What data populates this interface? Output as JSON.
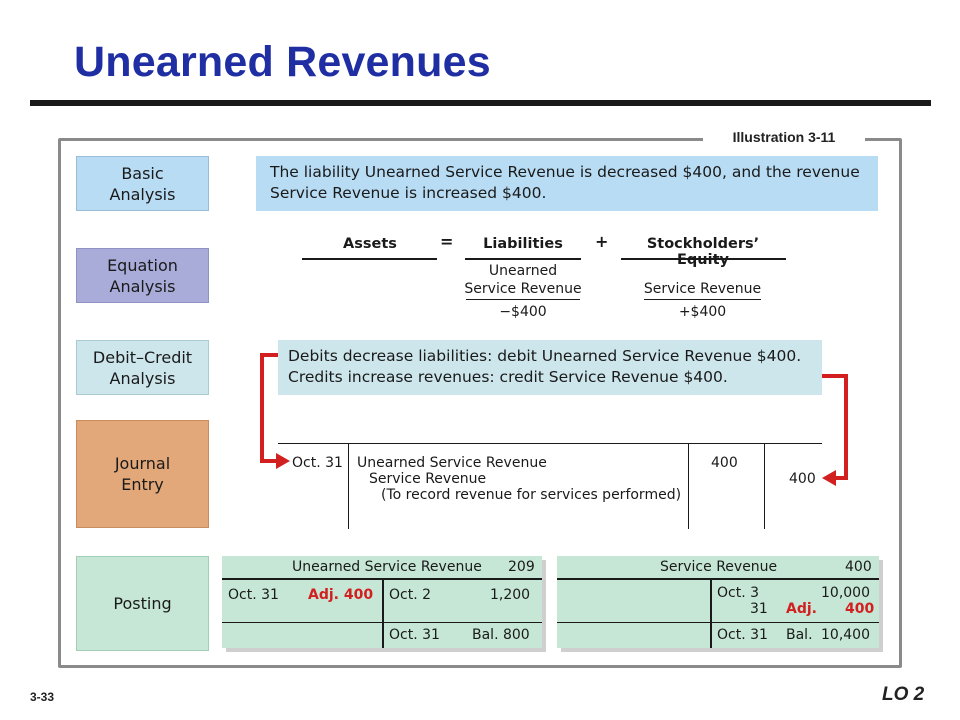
{
  "slide": {
    "title": "Unearned Revenues",
    "illustration_label": "Illustration 3-11",
    "page_number": "3-33",
    "learning_objective": "LO 2",
    "accent_color": "#d21f1f",
    "title_color": "#1f2ea3"
  },
  "rows": {
    "basic": {
      "tag": "Basic\nAnalysis",
      "lines": [
        "The liability Unearned Service Revenue is decreased $400, and the revenue",
        "Service Revenue is increased $400."
      ]
    },
    "equation": {
      "tag": "Equation\nAnalysis",
      "assets": "Assets",
      "equals": "=",
      "liabilities": "Liabilities",
      "plus": "+",
      "equity": "Stockholders’ Equity",
      "liability_account_line1": "Unearned",
      "liability_account_line2": "Service Revenue",
      "liability_change": "−$400",
      "equity_account": "Service Revenue",
      "equity_change": "+$400"
    },
    "debit_credit": {
      "tag": "Debit–Credit\nAnalysis",
      "lines": [
        "Debits decrease liabilities: debit Unearned Service Revenue $400.",
        "Credits increase revenues: credit Service Revenue $400."
      ]
    },
    "journal": {
      "tag": "Journal\nEntry",
      "date": "Oct. 31",
      "debit_account": "Unearned Service Revenue",
      "credit_account": "Service Revenue",
      "explanation": "(To record revenue for services performed)",
      "debit_amount": "400",
      "credit_amount": "400"
    },
    "posting": {
      "tag": "Posting",
      "unearned": {
        "name": "Unearned Service Revenue",
        "number": "209",
        "debit_date": "Oct. 31",
        "debit_adj": "Adj. 400",
        "credit_date": "Oct.  2",
        "credit_amount": "1,200",
        "bal_date": "Oct. 31",
        "bal": "Bal.  800"
      },
      "service": {
        "name": "Service Revenue",
        "number": "400",
        "credit_date1": "Oct.  3",
        "credit_amount1": "10,000",
        "credit_date2": "31",
        "credit_adj_label": "Adj.",
        "credit_adj_amount": "400",
        "bal_date": "Oct. 31",
        "bal_label": "Bal.",
        "bal_amount": "10,400"
      }
    }
  }
}
